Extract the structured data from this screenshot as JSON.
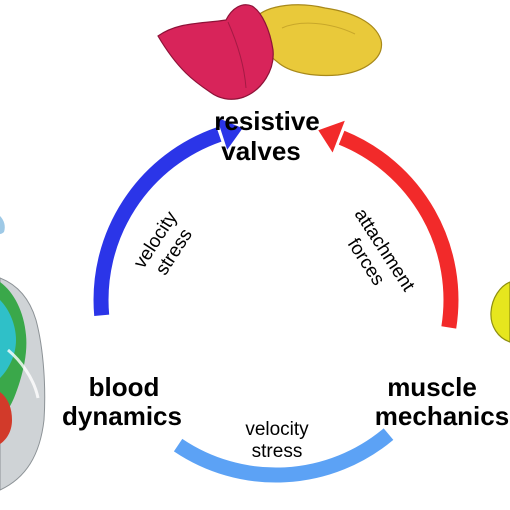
{
  "nodes": {
    "valves": {
      "line1": "resistive",
      "line2": "valves"
    },
    "blood": {
      "line1": "blood",
      "line2": "dynamics"
    },
    "muscle": {
      "line1": "muscle",
      "line2": "mechanics"
    }
  },
  "edges": {
    "blood_to_valves": {
      "line1": "velocity",
      "line2": "stress",
      "color": "#2b35e8"
    },
    "valves_to_muscle": {
      "line1": "attachment",
      "line2": "forces",
      "color": "#f22a2a"
    },
    "muscle_to_blood": {
      "line1": "velocity",
      "line2": "stress",
      "color": "#5ca2f5"
    }
  },
  "colors": {
    "valve_leaflet_left": "#d8245a",
    "valve_leaflet_right": "#e9c93a",
    "heart_left_edge": "#3aa84a",
    "muscle_right_edge": "#e6e61e"
  }
}
